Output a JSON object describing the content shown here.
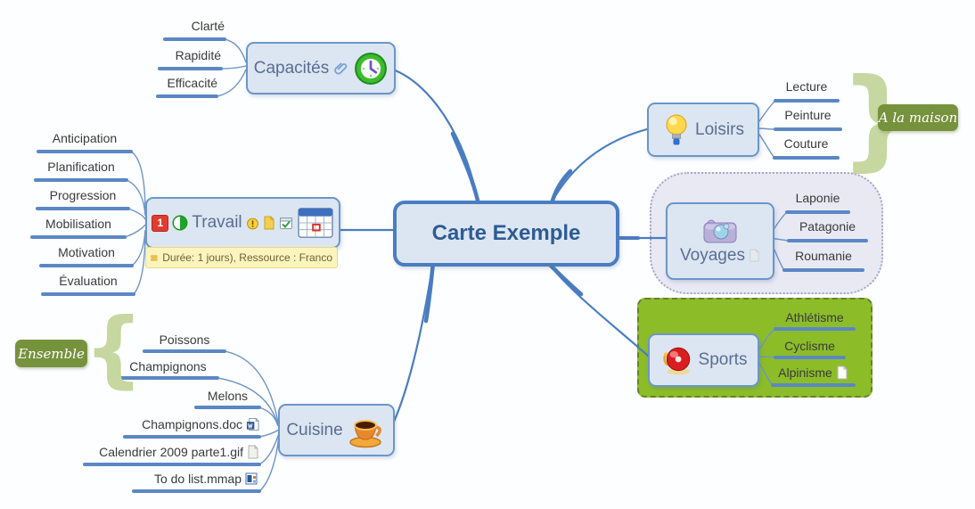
{
  "title": "Carte Exemple",
  "branches": {
    "capacites": {
      "label": "Capacités",
      "icons": [
        "paperclip-icon",
        "clock-icon"
      ],
      "items": [
        "Clarté",
        "Rapidité",
        "Efficacité"
      ]
    },
    "travail": {
      "label": "Travail",
      "priority": "1",
      "icons": [
        "priority-1-icon",
        "progress-half-icon",
        "alarm-icon",
        "document-icon",
        "calendar-check-icon",
        "calendar-icon"
      ],
      "note": "Durée: 1 jours), Ressource : Franco",
      "items": [
        "Anticipation",
        "Planification",
        "Progression",
        "Mobilisation",
        "Motivation",
        "Évaluation"
      ]
    },
    "cuisine": {
      "label": "Cuisine",
      "icons": [
        "coffee-cup-icon"
      ],
      "group_label": "Ensemble",
      "items": [
        "Poissons",
        "Champignons",
        "Melons",
        "Champignons.doc",
        "Calendrier 2009 parte1.gif",
        "To do list.mmap"
      ],
      "item_icons": {
        "3": "word-file-icon",
        "4": "file-icon",
        "5": "mmap-file-icon"
      }
    },
    "loisirs": {
      "label": "Loisirs",
      "icons": [
        "lightbulb-icon"
      ],
      "group_label": "A la maison",
      "items": [
        "Lecture",
        "Peinture",
        "Couture"
      ]
    },
    "voyages": {
      "label": "Voyages",
      "icons": [
        "camera-icon",
        "file-icon"
      ],
      "items": [
        "Laponie",
        "Patagonie",
        "Roumanie"
      ]
    },
    "sports": {
      "label": "Sports",
      "icons": [
        "bell-icon"
      ],
      "items": [
        "Athlétisme",
        "Cyclisme",
        "Alpinisme"
      ],
      "item_icons": {
        "2": "file-icon"
      }
    }
  },
  "colors": {
    "branch_line": "#4a7dc0",
    "subtopic_line": "#5b87c5",
    "node_fill": "#dce6f2",
    "node_border": "#6b96c9",
    "central_border": "#4a7dc0",
    "note_bg": "#fcf4bd",
    "group_label_bg": "#76923c",
    "brace": "#c6d79f",
    "sports_boundary_fill": "#8cbd29",
    "cloud_fill": "#e9e9f4"
  }
}
